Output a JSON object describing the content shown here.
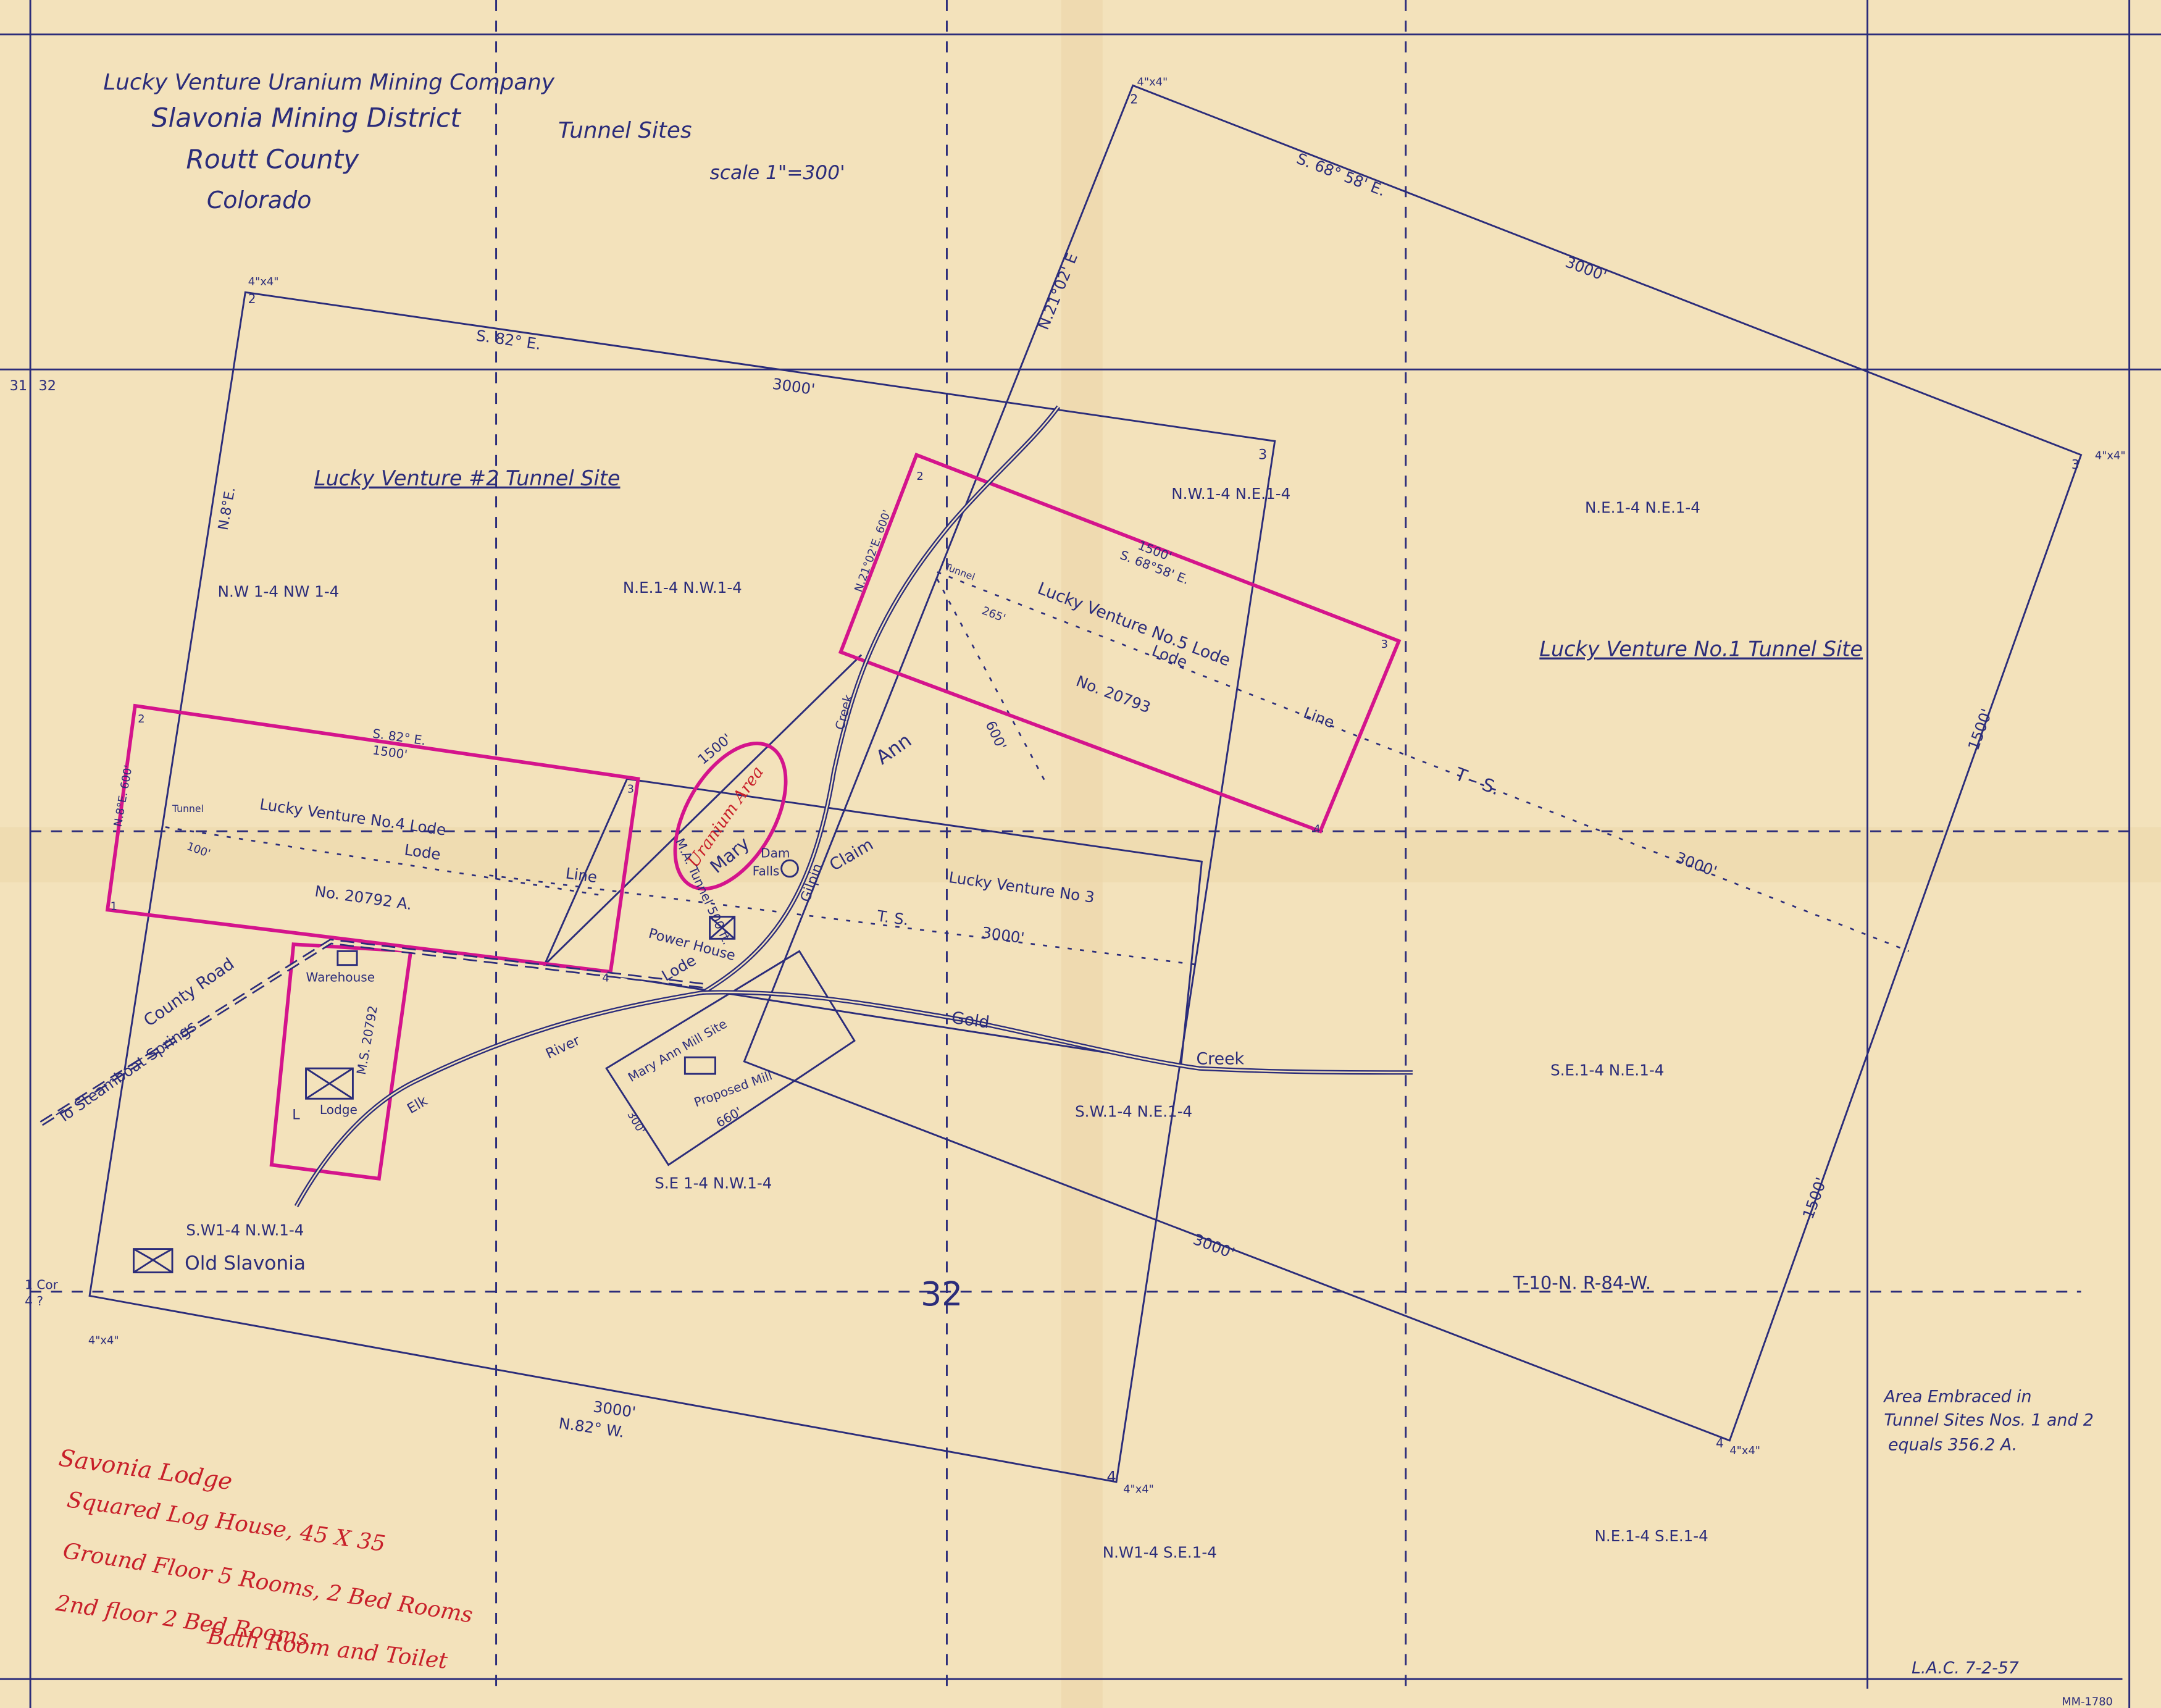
{
  "colors": {
    "paper": "#f3e2bb",
    "ink": "#2b2c7a",
    "claim_outline": "#d4148c",
    "annotation": "#c8202a"
  },
  "title": {
    "company": "Lucky Venture Uranium Mining Company",
    "district": "Slavonia Mining District",
    "county": "Routt County",
    "state": "Colorado",
    "subtitle": "Tunnel Sites",
    "scale": "scale 1\"=300'"
  },
  "sections": {
    "s31": "31",
    "s32": "32",
    "corner_a": "1 Cor",
    "corner_b": "4 ?",
    "center": "32",
    "township": "T-10-N.  R-84-W."
  },
  "quarters": {
    "q1": "N.W 1-4 NW 1-4",
    "q2": "N.E.1-4 N.W.1-4",
    "q3": "N.W.1-4 N.E.1-4",
    "q4": "N.E.1-4 N.E.1-4",
    "q5": "S.E.1-4 N.E.1-4",
    "q6": "S.W.1-4 N.E.1-4",
    "q7": "S.E 1-4 N.W.1-4",
    "q8": "S.W1-4 N.W.1-4",
    "q9": "N.W1-4 S.E.1-4",
    "q10": "N.E.1-4 S.E.1-4"
  },
  "tunnel_site_2": {
    "name": "Lucky Venture #2 Tunnel Site",
    "top_bearing": "S. 82° E.",
    "top_length": "3000'",
    "left_bearing": "N.8°E.",
    "bottom_length": "3000'",
    "bottom_bearing": "N.82° W.",
    "corner_marker": "4\"x4\"",
    "c2": "2",
    "c4": "4"
  },
  "tunnel_site_1": {
    "name": "Lucky Venture No.1 Tunnel Site",
    "top_bearing": "S. 68° 58' E.",
    "top_length": "3000'",
    "left_bearing": "N.21°02' E",
    "right_length": "1500'",
    "right_length_2": "1500'",
    "bottom_length": "3000'",
    "corner_marker": "4\"x4\"",
    "c2": "2",
    "c3": "3",
    "c4": "4",
    "ts": "T - S.",
    "ts_length": "3000'"
  },
  "lode_5": {
    "name": "Lucky Venture No.5 Lode",
    "number": "No. 20793",
    "top_length": "1500'",
    "top_bearing": "S. 68°58' E.",
    "side": "N.21°02'E. 600'",
    "lode_line_1": "Lode",
    "lode_line_2": "Line",
    "tunnel": "Tunnel",
    "tunnel_length": "265'",
    "c2": "2",
    "c3": "3",
    "c4": "4",
    "c3b": "3",
    "side_length": "600'"
  },
  "lode_4": {
    "name": "Lucky Venture No.4 Lode",
    "number": "No. 20792 A.",
    "top_bearing": "S. 82° E.",
    "top_length": "1500'",
    "side": "N.8°E. 600'",
    "lode_line_1": "Lode",
    "lode_line_2": "Line",
    "tunnel": "Tunnel",
    "tunnel_length": "100'",
    "c1": "1",
    "c2": "2",
    "c3": "3",
    "c4": "4"
  },
  "lode_3": {
    "name": "Lucky Venture No 3",
    "ts": "T. S.",
    "length": "3000'",
    "diag_length": "1500'"
  },
  "features": {
    "uranium_area": "Uranium Area",
    "mary": "Mary",
    "ann": "Ann",
    "gilpin": "Gilpin",
    "claim": "Claim",
    "creek": "Creek",
    "dam": "Dam",
    "falls": "Falls",
    "power_house": "Power House",
    "lode": "Lode",
    "ma_tunnel": "M.A. Tunnel 500 ft.",
    "warehouse": "Warehouse",
    "lodge": "Lodge",
    "mill_site": "M.S. 20792",
    "l": "L",
    "elk": "Elk",
    "river": "River",
    "gold": "Gold",
    "gold_creek": "Creek",
    "county_road": "County Road",
    "steamboat": "To Steamboat Springs",
    "mary_ann_mill": "Mary Ann Mill Site",
    "proposed_mill": "Proposed Mill",
    "mill_660": "660'",
    "mill_300": "300'",
    "old_slavonia": "Old Slavonia"
  },
  "notes": {
    "area_1": "Area Embraced in",
    "area_2": "Tunnel Sites Nos. 1 and 2",
    "area_3": "equals 356.2 A.",
    "signature": "L.A.C. 7-2-57",
    "catalog": "MM-1780"
  },
  "red_notes": [
    "Savonia Lodge",
    "Squared Log House, 45 X 35",
    "Ground Floor 5 Rooms, 2 Bed Rooms",
    "2nd floor  2 Bed Rooms",
    "Bath Room and Toilet"
  ]
}
